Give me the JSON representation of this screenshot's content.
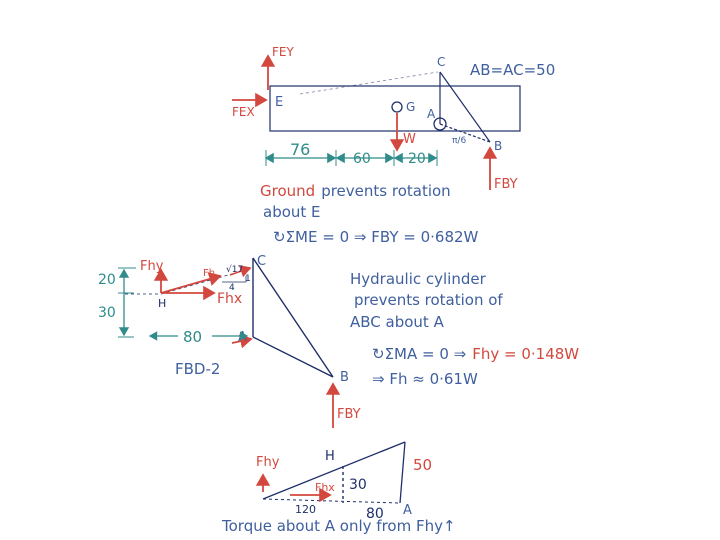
{
  "colors": {
    "force_red": "#d2483e",
    "dimension_teal": "#2f8c8a",
    "text_blue": "#3f5f9e",
    "structure_navy": "#1f2f6a"
  },
  "fbd1": {
    "force_labels": {
      "fey": "FEY",
      "fex": "FEX",
      "w": "W",
      "fby": "FBY"
    },
    "point_labels": {
      "e": "E",
      "g": "G",
      "a": "A",
      "b": "B",
      "c": "C"
    },
    "geometry_note": "AB=AC=50",
    "angle_label": "π/6",
    "dimensions": [
      "76",
      "60",
      "20"
    ],
    "note_red": "Ground",
    "note_rest_1": "prevents rotation",
    "note_rest_2": "about E",
    "equation": "↻ΣME = 0 ⇒ FBY = 0·682W"
  },
  "fbd2": {
    "force_labels": {
      "fhy": "Fhy",
      "fh": "Fh",
      "fhx": "Fhx",
      "fby": "FBY"
    },
    "point_labels": {
      "h": "H",
      "a": "A",
      "b": "B",
      "c": "C"
    },
    "slope_labels": {
      "hyp": "√17",
      "run": "4",
      "rise": "1"
    },
    "dimensions": [
      "20",
      "30",
      "80"
    ],
    "caption": "FBD-2",
    "note_lines": [
      "Hydraulic cylinder",
      "prevents rotation of",
      "ABC about A"
    ],
    "equation_1_left": "↻ΣMA = 0 ⇒",
    "equation_1_right": "Fhy = 0·148W",
    "equation_2": "⇒ Fh ≈ 0·61W"
  },
  "fbd3": {
    "force_labels": {
      "fhy": "Fhy",
      "fhx": "Fhx"
    },
    "point_labels": {
      "h": "H",
      "a": "A"
    },
    "dimensions": [
      "50",
      "30",
      "80",
      "120"
    ],
    "caption": "Torque about A only from Fhy↑"
  }
}
